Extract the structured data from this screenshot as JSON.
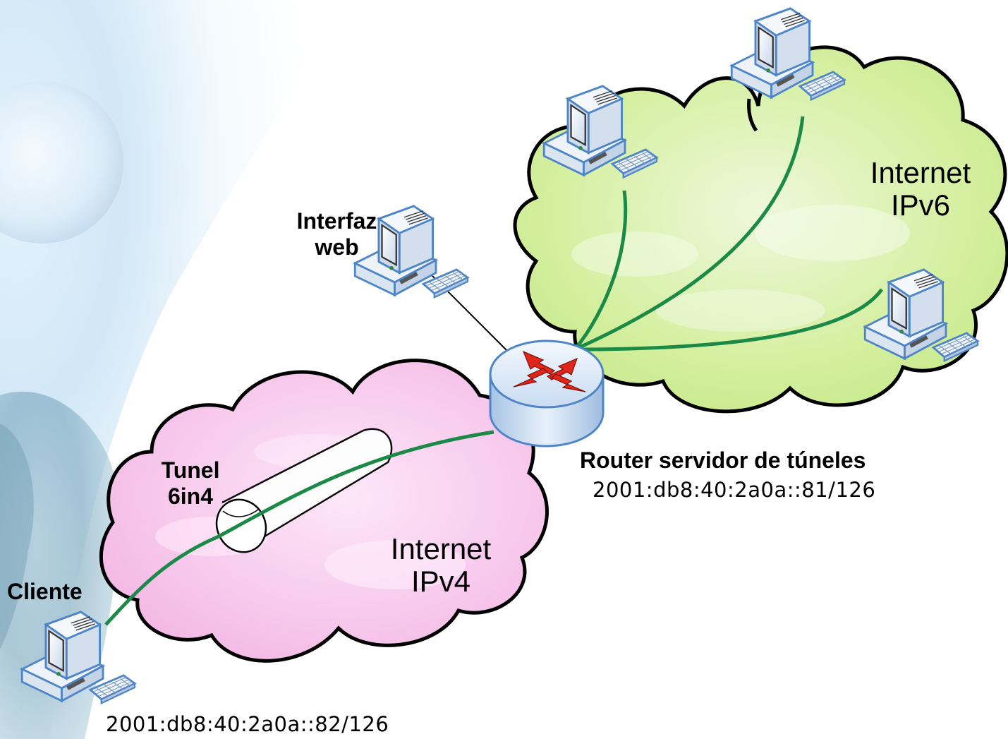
{
  "nodes": {
    "client": {
      "label": "Cliente",
      "address": "2001:db8:40:2a0a::82/126"
    },
    "web_interface": {
      "label_line1": "Interfaz",
      "label_line2": "web"
    },
    "router": {
      "label": "Router servidor de túneles",
      "address": "2001:db8:40:2a0a::81/126"
    },
    "ipv6_hosts": [
      "pc-ipv6-1",
      "pc-ipv6-2",
      "pc-ipv6-3"
    ]
  },
  "networks": {
    "ipv4": {
      "line1": "Internet",
      "line2": "IPv4",
      "color": "#f7c8ec"
    },
    "ipv6": {
      "line1": "Internet",
      "line2": "IPv6",
      "color": "#cdeb9c"
    }
  },
  "tunnel": {
    "line1": "Tunel",
    "line2": "6in4"
  },
  "links": [
    {
      "from": "client",
      "to": "router",
      "style": "green",
      "via": "tunnel"
    },
    {
      "from": "web_interface",
      "to": "router",
      "style": "thin-black"
    },
    {
      "from": "router",
      "to": "pc-ipv6-1",
      "style": "green"
    },
    {
      "from": "router",
      "to": "pc-ipv6-2",
      "style": "green"
    },
    {
      "from": "router",
      "to": "pc-ipv6-3",
      "style": "green"
    }
  ],
  "colors": {
    "link_green": "#1a8a46",
    "router_body": "#c9dcf2",
    "router_arrows": "#e0261b",
    "computer_frame": "#4d85c8"
  }
}
